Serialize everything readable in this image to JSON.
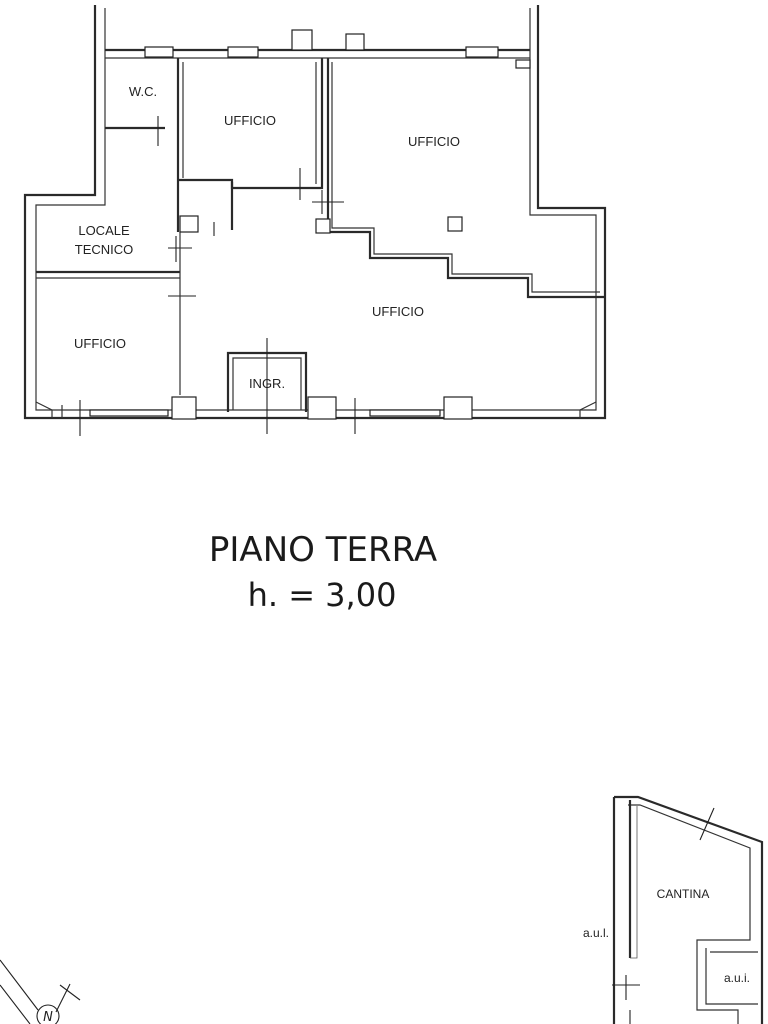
{
  "floor": {
    "title": "PIANO TERRA",
    "height_label": "h. = 3,00"
  },
  "rooms": {
    "wc": "W.C.",
    "office_top_left": "UFFICIO",
    "office_top_right": "UFFICIO",
    "locale_line1": "LOCALE",
    "locale_line2": "TECNICO",
    "office_bottom_left": "UFFICIO",
    "office_center": "UFFICIO",
    "entrance": "INGR."
  },
  "basement": {
    "cantina": "CANTINA",
    "aul": "a.u.l.",
    "aui": "a.u.i."
  },
  "compass": {
    "north_letter": "N"
  }
}
